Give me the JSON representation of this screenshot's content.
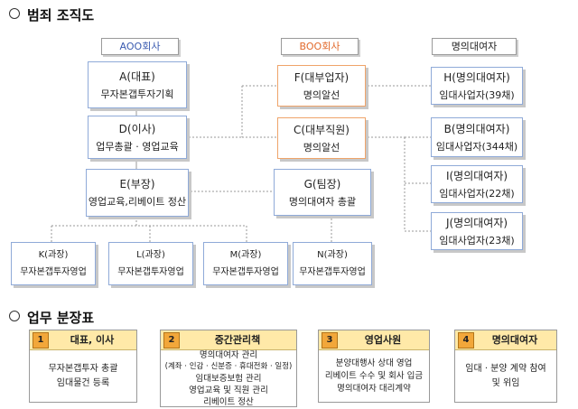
{
  "sections": {
    "org_title": "범죄 조직도",
    "duties_title": "업무 분장표"
  },
  "columns": {
    "a_company": "AOO회사",
    "b_company": "BOO회사",
    "nominees": "명의대여자"
  },
  "org": {
    "a": {
      "name": "A(대표)",
      "role": "무자본갭투자기획"
    },
    "d": {
      "name": "D(이사)",
      "role": "업무총괄 · 영업교육"
    },
    "e": {
      "name": "E(부장)",
      "role": "영업교육,리베이트 정산"
    },
    "f": {
      "name": "F(대부업자)",
      "role": "명의알선"
    },
    "c": {
      "name": "C(대부직원)",
      "role": "명의알선"
    },
    "g": {
      "name": "G(팀장)",
      "role": "명의대여자 총괄"
    },
    "k": {
      "name": "K(과장)",
      "role": "무자본갭투자영업"
    },
    "l": {
      "name": "L(과장)",
      "role": "무자본갭투자영업"
    },
    "m": {
      "name": "M(과장)",
      "role": "무자본갭투자영업"
    },
    "n": {
      "name": "N(과장)",
      "role": "무자본갭투자영업"
    },
    "h": {
      "name": "H(명의대여자)",
      "role": "임대사업자(39채)"
    },
    "b": {
      "name": "B(명의대여자)",
      "role": "임대사업자(344채)"
    },
    "i": {
      "name": "I(명의대여자)",
      "role": "임대사업자(22채)"
    },
    "j": {
      "name": "J(명의대여자)",
      "role": "임대사업자(23채)"
    }
  },
  "duties": [
    {
      "num": "1",
      "title": "대표, 이사",
      "lines": [
        "무자본갭투자 총괄",
        "임대물건 등록"
      ]
    },
    {
      "num": "2",
      "title": "중간관리책",
      "lines": [
        "명의대여자 관리",
        "(계좌 · 인감 · 신분증 · 휴대전화 · 일정)",
        "임대보증보험 관리",
        "영업교육 및 직원 관리",
        "리베이트 정산"
      ]
    },
    {
      "num": "3",
      "title": "영업사원",
      "lines": [
        "분양대행사 상대 영업",
        "리베이트 수수 및 회사 입금",
        "명의대여자 대리계약"
      ]
    },
    {
      "num": "4",
      "title": "명의대여자",
      "lines": [
        "임대 · 분양 계약 참여",
        "및 위임"
      ]
    }
  ],
  "colors": {
    "box_border_blue": "#8faad8",
    "box_border_orange": "#efa46a",
    "duty_header": "#ffe9a8",
    "duty_number": "#f2a73a",
    "connector": "#9a9a9a"
  }
}
